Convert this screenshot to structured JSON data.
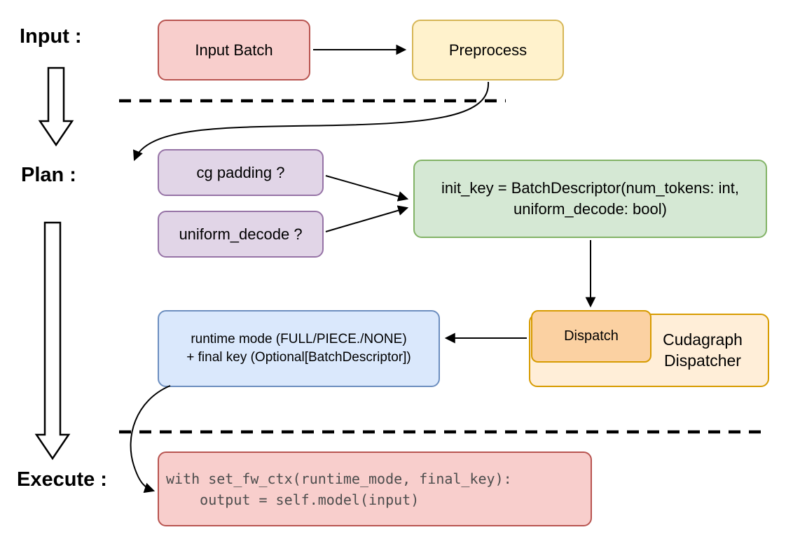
{
  "labels": {
    "input": "Input :",
    "plan": "Plan :",
    "execute": "Execute :"
  },
  "nodes": {
    "input_batch": {
      "label": "Input Batch"
    },
    "preprocess": {
      "label": "Preprocess"
    },
    "cg_padding": {
      "label": "cg padding ?"
    },
    "uniform_decode": {
      "label": "uniform_decode ?"
    },
    "init_key": {
      "line1": "init_key = BatchDescriptor(num_tokens: int,",
      "line2": "uniform_decode: bool)"
    },
    "dispatch": {
      "label": "Dispatch"
    },
    "cudagraph_dispatcher": {
      "line1": "Cudagraph",
      "line2": "Dispatcher"
    },
    "runtime_mode": {
      "line1": "runtime mode (FULL/PIECE./NONE)",
      "line2": "+ final key (Optional[BatchDescriptor])"
    },
    "execute_code": {
      "line1": "with set_fw_ctx(runtime_mode, final_key):",
      "line2": "    output = self.model(input)"
    }
  },
  "colors": {
    "red_fill": "#f8cecc",
    "red_stroke": "#b85450",
    "yellow_fill": "#fff2cc",
    "yellow_stroke": "#d6b656",
    "purple_fill": "#e1d5e7",
    "purple_stroke": "#9673a6",
    "green_fill": "#d5e8d4",
    "green_stroke": "#82b366",
    "blue_fill": "#dae8fc",
    "blue_stroke": "#6c8ebf",
    "orange_container_fill": "#ffeed8",
    "orange_dark_fill": "#fbd1a2",
    "orange_stroke": "#d79b00",
    "arrow_color": "#000000",
    "code_text_color": "#4d4d4d"
  }
}
